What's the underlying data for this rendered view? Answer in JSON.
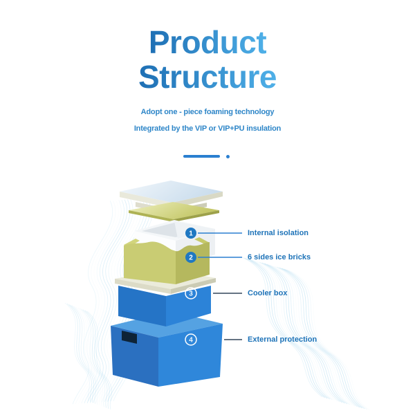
{
  "header": {
    "title_line1": "Product",
    "title_line2": "Structure",
    "subtitle_line1": "Adopt one - piece foaming technology",
    "subtitle_line2": "Integrated by the VIP or VIP+PU insulation"
  },
  "callouts": [
    {
      "number": "1",
      "label": "Internal isolation",
      "badge_style": "solid-blue"
    },
    {
      "number": "2",
      "label": "6 sides ice bricks",
      "badge_style": "solid-blue"
    },
    {
      "number": "3",
      "label": "Cooler box",
      "badge_style": "white-outline"
    },
    {
      "number": "4",
      "label": "External protection",
      "badge_style": "white-outline"
    }
  ],
  "colors": {
    "title_gradient_start": "#1e6fb4",
    "title_gradient_end": "#4fb0e8",
    "subtitle_text": "#2e86c8",
    "callout_label_text": "#1e73b8",
    "badge_solid_fill": "#1f78c2",
    "leader_line_blue": "#2a7fd0",
    "leader_line_dark": "#32455a",
    "divider_blue": "#2a7fd0",
    "outer_box_blue": "#2f87da",
    "cooler_box_blue": "#2c83d8",
    "foam_olive": "#c9cc73",
    "lid_cream": "#e9e9db",
    "lid_top_blue": "#d9e7f1",
    "wave_stroke": "#8ccbe9"
  }
}
